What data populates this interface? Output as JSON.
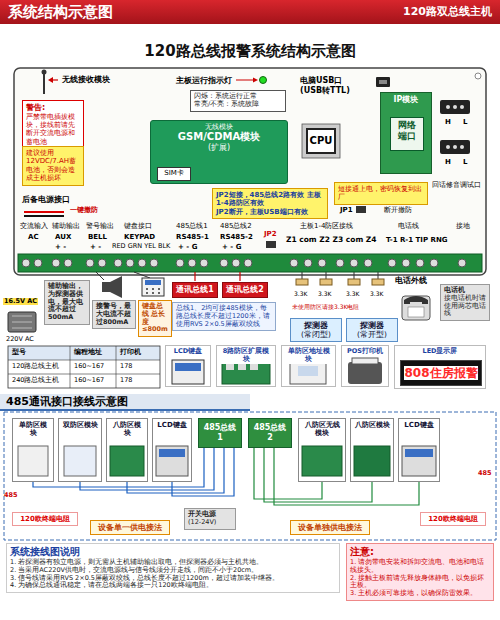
{
  "diagram": {
    "title": "120路总线报警系统结构示意图",
    "nodes": [
      {
        "text": [
          "系统结构示意图",
          "120路双总线主机"
        ]
      },
      {
        "text": [
          "警告:",
          "严禁带电插拔模块，接线前请先断开交流电源和蓄电池"
        ]
      },
      {
        "text": [
          "建议使用12VDC/7.AH蓄电池，否则会造成主机损坏"
        ]
      },
      {
        "text": [
          "无线模块",
          "GSM/CDMA模块",
          "(扩展)"
        ]
      },
      {
        "text": [
          "SIM卡"
        ],
        "in": 3
      },
      {
        "text": [
          "CPU"
        ]
      },
      {
        "text": [
          "IP模块"
        ]
      },
      {
        "text": [
          "网络端口"
        ],
        "in": 6
      },
      {
        "text": [
          "电脑USB口",
          "(USB转TTL)"
        ]
      },
      {
        "text": [
          "主板运行指示灯"
        ]
      },
      {
        "text": [
          "闪烁：系统运行正常",
          "常亮/不亮：系统故障"
        ]
      },
      {
        "text": [
          "JP2短接，485总线2路有效 主板1-4路防区有效",
          "JP2断开，主板USB端口有效"
        ]
      },
      {
        "text": [
          "短接通上电，密码恢复到出厂"
        ]
      },
      {
        "text": [
          "接警号，最大电流不超过800mA"
        ]
      },
      {
        "text": [
          "辅助输出，为探测器供电，最大电流不超过500mA"
        ]
      },
      {
        "text": [
          "键盘总线 总长度≤800m"
        ]
      },
      {
        "text": [
          "通讯总线1"
        ]
      },
      {
        "text": [
          "通讯总线2"
        ]
      },
      {
        "text": [
          "总线1、2均可接485模块，每路总线长度不超过1200米，请使用RVS 2×0.5屏蔽双绞线"
        ]
      },
      {
        "text": [
          "探测器",
          "(常闭型)"
        ]
      },
      {
        "text": [
          "探测器",
          "(常开型)"
        ]
      },
      {
        "text": [
          "电话外线"
        ]
      },
      {
        "text": [
          "电话机",
          "接电话机时请使用两芯电话线"
        ]
      },
      {
        "text": [
          "LCD键盘"
        ]
      },
      {
        "text": [
          "8路防区扩展模块"
        ]
      },
      {
        "text": [
          "单防区地址模块"
        ]
      },
      {
        "text": [
          "POS打印机"
        ]
      },
      {
        "text": [
          "LED显示屏"
        ]
      },
      {
        "text": [
          "808住房报警"
        ],
        "in": 27
      },
      {
        "text": [
          "485通讯接口接线示意图"
        ]
      },
      {
        "text": [
          "单防区模块"
        ]
      },
      {
        "text": [
          "双防区模块"
        ]
      },
      {
        "text": [
          "八防区模块"
        ]
      },
      {
        "text": [
          "LCD键盘"
        ]
      },
      {
        "text": [
          "485总线1"
        ]
      },
      {
        "text": [
          "485总线2"
        ]
      },
      {
        "text": [
          "八防区无线模块"
        ]
      },
      {
        "text": [
          "八防区模块"
        ]
      },
      {
        "text": [
          "LCD键盘"
        ]
      },
      {
        "text": [
          "开关电源",
          "(12-24V)"
        ]
      },
      {
        "text": [
          "120欧终端电阻"
        ]
      },
      {
        "text": [
          "设备单一供电接法"
        ]
      },
      {
        "text": [
          "设备单独供电接法"
        ]
      },
      {
        "text": [
          "120欧终端电阻"
        ]
      },
      {
        "text": [
          "系统接线图说明",
          "1. 若探测器有独立电源，则无需从主机辅助输出取电，但探测器必须与主机共地。",
          "2. 当采用AC220V供电时，交流电源线与信号线须分开走线，间距不小于20cm。",
          "3. 信号线请采用RVS 2×0.5屏蔽双绞线，总线长度不超过1200m，超过请加装中继器。",
          "4. 为确保总线通讯稳定，请在总线两端各接一只120欧终端电阻。"
        ]
      },
      {
        "text": [
          "注意:",
          "1. 请勿带电安装和拆卸交流电、电池和电话线接头。",
          "2. 接触主板前请先释放身体静电，以免损坏主板。",
          "3. 主机必须可靠接地，以确保防雷效果。"
        ]
      }
    ],
    "edges": [
      {
        "from": 34,
        "to": 30,
        "arrow": "none"
      },
      {
        "from": 34,
        "to": 31,
        "arrow": "none"
      },
      {
        "from": 34,
        "to": 32,
        "arrow": "none"
      },
      {
        "from": 34,
        "to": 33,
        "arrow": "none"
      },
      {
        "from": 35,
        "to": 36,
        "arrow": "none"
      },
      {
        "from": 35,
        "to": 37,
        "arrow": "none"
      },
      {
        "from": 35,
        "to": 38,
        "arrow": "none"
      }
    ],
    "labels": [
      "无线接收模块",
      "H",
      "L",
      "H",
      "L",
      "回话修音调试口",
      "后备电源接口",
      "一键撤防",
      "JP1",
      "断开撤防",
      "交流输入",
      "辅助输出",
      "警号输出",
      "键盘接口",
      "485总线1",
      "485总线2",
      "JP2",
      "主板1-4防区接线",
      "电话线",
      "接地",
      "AC",
      "AUX",
      "BELL",
      "KEYPAD",
      "RS485-1",
      "RS485-2",
      "RED GRN YEL BLK",
      "+ - G",
      "+ - G",
      "Z1 com Z2 Z3 com Z4",
      "T-1 R-1 TIP RNG",
      "+ -",
      "+ -",
      "16.5V AC",
      "220V AC",
      "3.3K",
      "3.3K",
      "3.3K",
      "3.3K",
      "未使用防区请接3.3K电阻",
      "型号",
      "编程地址",
      "打印机",
      "120路总线主机",
      "160~167",
      "178",
      "240路总线主机",
      "160~167",
      "178",
      "485",
      "485"
    ]
  }
}
